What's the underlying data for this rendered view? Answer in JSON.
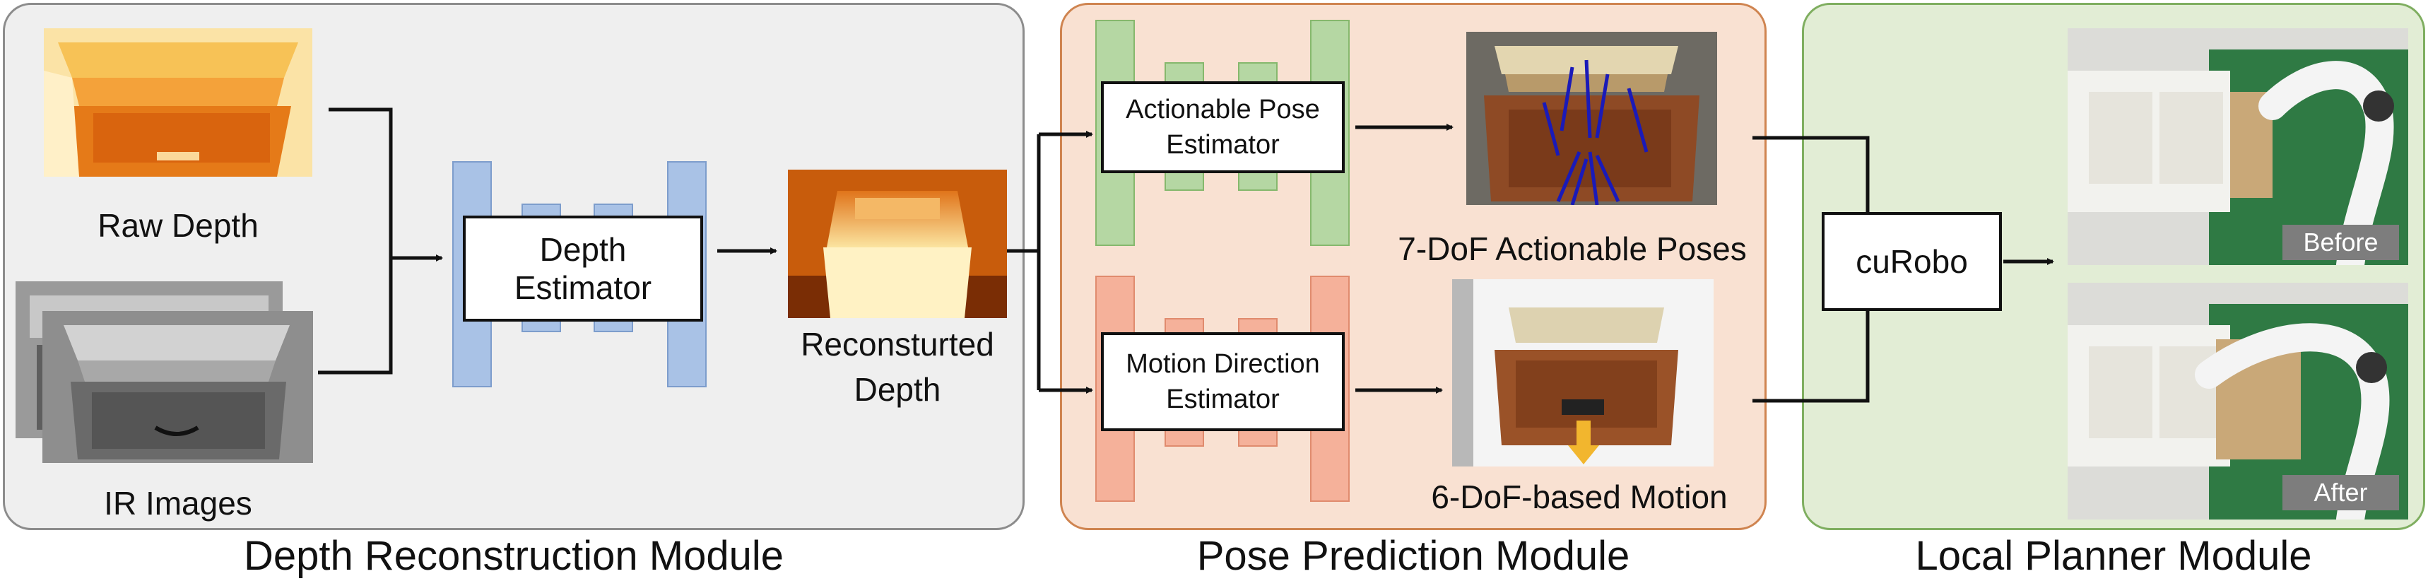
{
  "modules": {
    "depth": "Depth Reconstruction Module",
    "pose": "Pose Prediction Module",
    "planner": "Local Planner Module"
  },
  "inputs": {
    "raw_depth": "Raw Depth",
    "ir_images": "IR Images"
  },
  "blocks": {
    "depth_estimator": [
      "Depth",
      "Estimator"
    ],
    "actionable_pose_estimator": [
      "Actionable Pose",
      "Estimator"
    ],
    "motion_direction_estimator": [
      "Motion Direction",
      "Estimator"
    ],
    "planner": "cuRobo"
  },
  "outputs": {
    "reconstructed_depth": [
      "Reconsturted",
      "Depth"
    ],
    "actionable_poses": "7-DoF Actionable Poses",
    "motion": "6-DoF-based Motion"
  },
  "tags": {
    "before": "Before",
    "after": "After"
  },
  "colors": {
    "depth_panel": "#efefef",
    "pose_panel": "#f9e1d2",
    "planner_panel": "#e2edd5",
    "encoder_blue": "#a9c2e6",
    "encoder_green": "#b5d7a3",
    "encoder_orange": "#f5b19a"
  }
}
